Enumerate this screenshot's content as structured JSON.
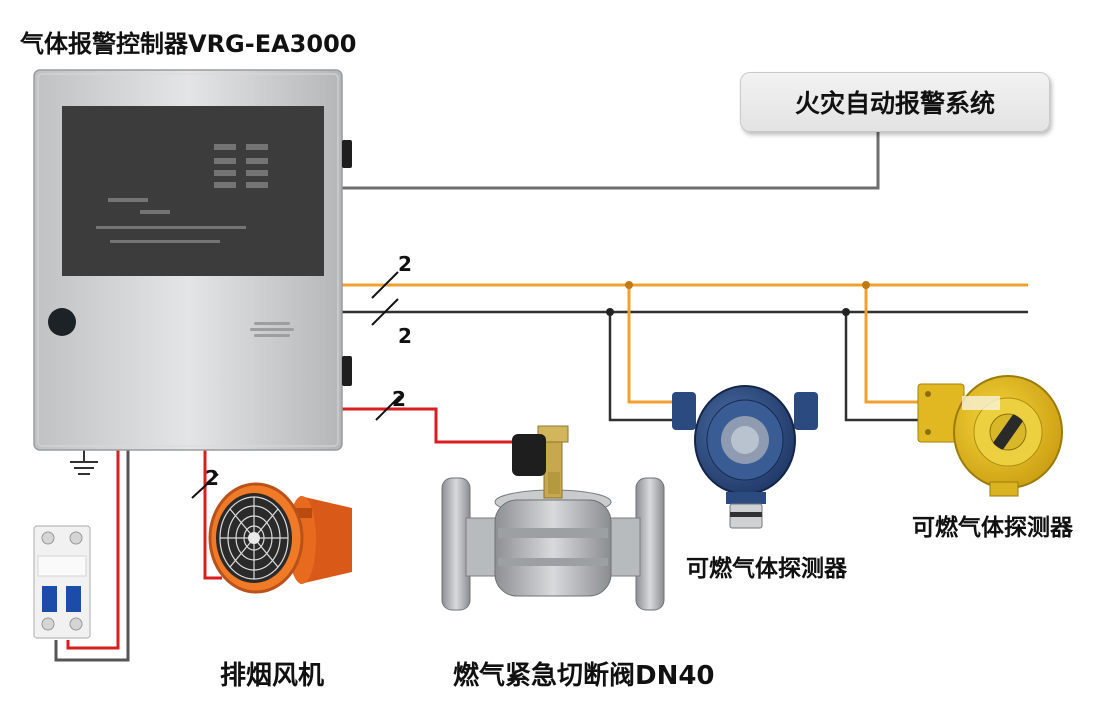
{
  "title": "气体报警控制器VRG-EA3000",
  "fire_system": {
    "label": "火灾自动报警系统"
  },
  "wire_counts": {
    "orange_line": "2",
    "black_line": "2",
    "valve_line": "2",
    "fan_line": "2"
  },
  "devices": {
    "fan": {
      "label": "排烟风机"
    },
    "valve": {
      "label": "燃气紧急切断阀DN40"
    },
    "detector_1": {
      "label": "可燃气体探测器"
    },
    "detector_2": {
      "label": "可燃气体探测器"
    }
  },
  "colors": {
    "orange_wire": "#f0a030",
    "black_wire": "#303030",
    "red_wire": "#d81e1e",
    "gray_wire": "#6e6e6e"
  }
}
